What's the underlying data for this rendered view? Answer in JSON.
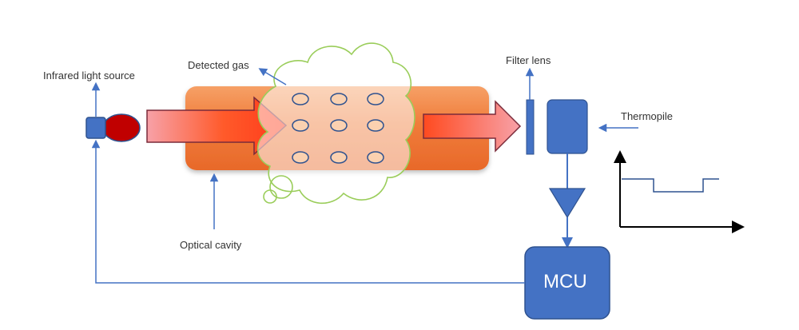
{
  "labels": {
    "infrared_source": "Infrared light source",
    "detected_gas": "Detected gas",
    "filter_lens": "Filter lens",
    "thermopile": "Thermopile",
    "optical_cavity": "Optical cavity",
    "mcu": "MCU"
  },
  "colors": {
    "accent_blue": "#4472c4",
    "dark_blue": "#2f528f",
    "cavity_orange": "#f07c3a",
    "beam_red": "#ff4a1f",
    "beam_pink": "#f7a1a8",
    "lamp_red": "#c00000",
    "gas_outline": "#9acd5a",
    "gas_molecule": "#fbd1b0"
  }
}
